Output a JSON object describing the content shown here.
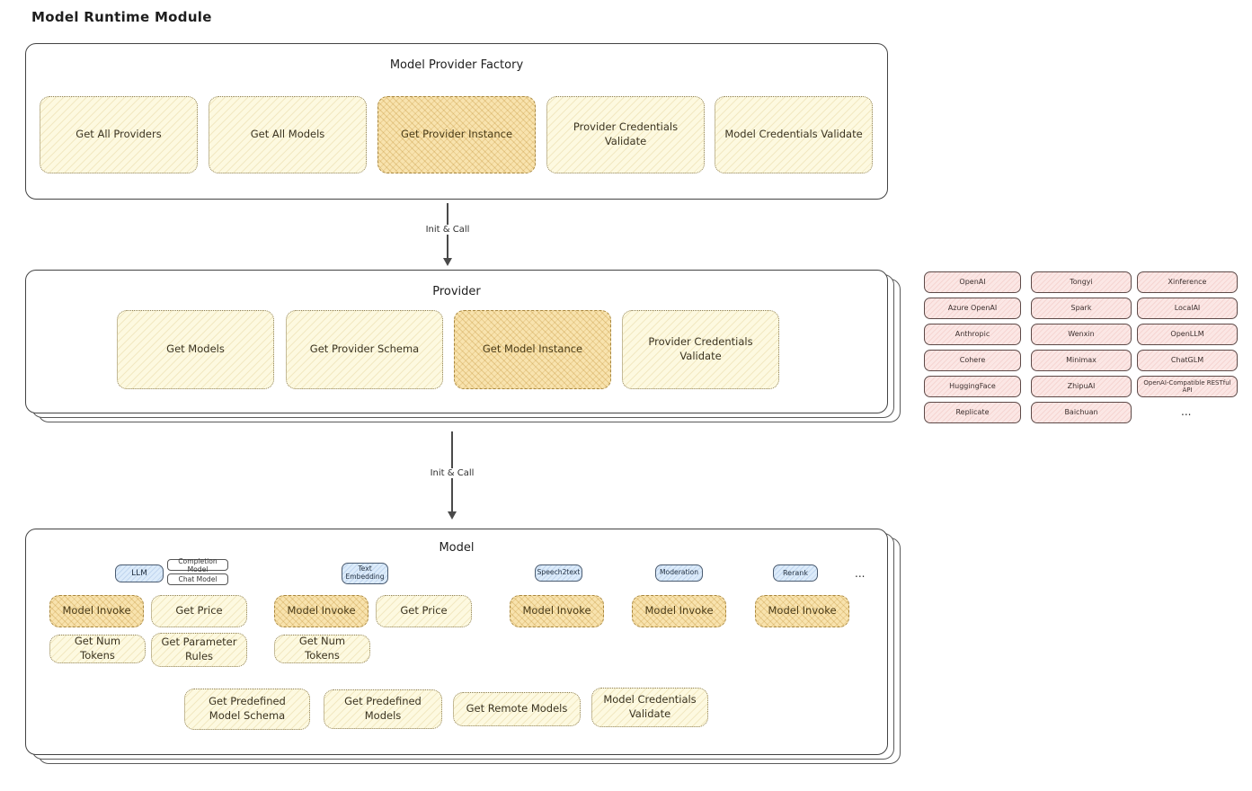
{
  "page_title": "Model Runtime Module",
  "colors": {
    "cream_fill": "#fdf9e0",
    "orange_highlight_fill": "#f8e3ae",
    "pink_fill": "#fbe7e5",
    "blue_fill": "#dcebfa",
    "container_border": "#434343"
  },
  "arrow1_label": "Init & Call",
  "arrow2_label": "Init & Call",
  "factory": {
    "title": "Model Provider Factory",
    "items": [
      "Get All Providers",
      "Get All Models",
      "Get Provider Instance",
      "Provider Credentials Validate",
      "Model Credentials Validate"
    ]
  },
  "provider": {
    "title": "Provider",
    "items": [
      "Get Models",
      "Get Provider Schema",
      "Get Model Instance",
      "Provider Credentials Validate"
    ]
  },
  "vendors": {
    "col1": [
      "OpenAI",
      "Azure OpenAI",
      "Anthropic",
      "Cohere",
      "HuggingFace",
      "Replicate"
    ],
    "col2": [
      "Tongyi",
      "Spark",
      "Wenxin",
      "Minimax",
      "ZhipuAI",
      "Baichuan"
    ],
    "col3": [
      "Xinference",
      "LocalAI",
      "OpenLLM",
      "ChatGLM",
      "OpenAI-Compatible RESTful API"
    ],
    "more": "..."
  },
  "model": {
    "title": "Model",
    "tab_llm": "LLM",
    "tab_completion": "Completion Model",
    "tab_chat": "Chat Model",
    "tab_text_embedding": "Text Embedding",
    "tab_speech2text": "Speech2text",
    "tab_moderation": "Moderation",
    "tab_rerank": "Rerank",
    "more": "...",
    "llm_ops": [
      "Model Invoke",
      "Get Price",
      "Get Num Tokens",
      "Get Parameter Rules"
    ],
    "embedding_ops": [
      "Model Invoke",
      "Get Price",
      "Get Num Tokens"
    ],
    "speech_ops": [
      "Model Invoke"
    ],
    "moderation_ops": [
      "Model Invoke"
    ],
    "rerank_ops": [
      "Model Invoke"
    ],
    "bottom_ops": [
      "Get Predefined Model Schema",
      "Get Predefined Models",
      "Get Remote Models",
      "Model Credentials Validate"
    ]
  }
}
